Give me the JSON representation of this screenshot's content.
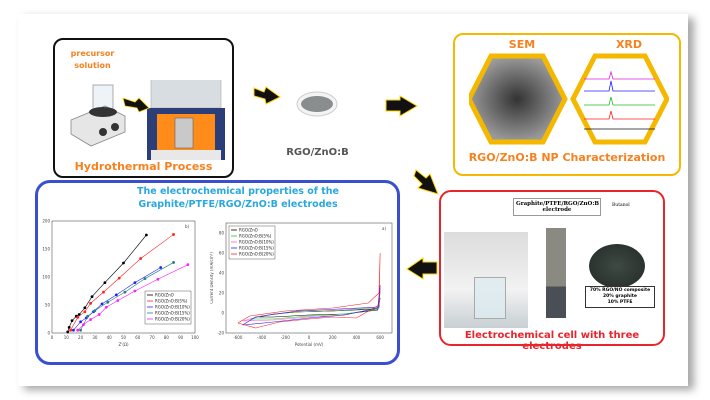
{
  "hydrothermal": {
    "precursor_label": "precursor\nsolution",
    "title": "Hydrothermal Process"
  },
  "product": {
    "label": "RGO/ZnO:B"
  },
  "characterization": {
    "sem_label": "SEM",
    "xrd_label": "XRD",
    "title": "RGO/ZnO:B NP Characterization"
  },
  "cell": {
    "electrode_label": "Graphite/PTFE/RGO/ZnO:B electrode",
    "solvent_label": "Butanol",
    "composition": [
      "70% RGO/NO composite",
      "20% graphite",
      "10% PTFE"
    ],
    "title": "Electrochemical cell with three electrodes"
  },
  "electro": {
    "title_line1": "The electrochemical properties of the",
    "title_line2": "Graphite/PTFE/RGO/ZnO:B electrodes"
  },
  "colors": {
    "orange": "#f58220",
    "yellow_border": "#f5b800",
    "blue_border": "#3a4fd0",
    "red_border": "#e8242c",
    "title_blue": "#29a8e0"
  },
  "chart_data": [
    {
      "type": "scatter",
      "panel_label": "b)",
      "xlabel": "Z'(Ω)",
      "ylabel": "-Z''(Ω)",
      "xlim": [
        0,
        100
      ],
      "ylim": [
        0,
        200
      ],
      "xticks": [
        0,
        10,
        20,
        30,
        40,
        50,
        60,
        70,
        80,
        90,
        100
      ],
      "yticks": [
        0,
        50,
        100,
        150,
        200
      ],
      "legend_position": "bottom-right",
      "series": [
        {
          "name": "RGO/ZnO",
          "color": "#000000",
          "points": [
            [
              11,
              2
            ],
            [
              12,
              10
            ],
            [
              14,
              22
            ],
            [
              17,
              30
            ],
            [
              19,
              33
            ],
            [
              23,
              45
            ],
            [
              28,
              65
            ],
            [
              37,
              90
            ],
            [
              50,
              125
            ],
            [
              66,
              175
            ]
          ]
        },
        {
          "name": "RGO/ZnO:B(5%)",
          "color": "#ff2020",
          "points": [
            [
              13,
              5
            ],
            [
              18,
              28
            ],
            [
              23,
              38
            ],
            [
              27,
              53
            ],
            [
              36,
              73
            ],
            [
              47,
              98
            ],
            [
              62,
              133
            ],
            [
              85,
              176
            ]
          ]
        },
        {
          "name": "RGO/ZnO:B(10%)",
          "color": "#2020ff",
          "points": [
            [
              15,
              5
            ],
            [
              20,
              20
            ],
            [
              24,
              27
            ],
            [
              29,
              38
            ],
            [
              35,
              52
            ],
            [
              45,
              68
            ],
            [
              58,
              90
            ],
            [
              76,
              117
            ]
          ]
        },
        {
          "name": "RGO/ZnO:B(15%)",
          "color": "#208080",
          "points": [
            [
              20,
              5
            ],
            [
              25,
              30
            ],
            [
              30,
              40
            ],
            [
              39,
              55
            ],
            [
              51,
              73
            ],
            [
              65,
              97
            ],
            [
              85,
              126
            ]
          ]
        },
        {
          "name": "RGO/ZnO:B(20%)",
          "color": "#ff20ff",
          "points": [
            [
              18,
              5
            ],
            [
              22,
              15
            ],
            [
              27,
              24
            ],
            [
              33,
              33
            ],
            [
              38,
              46
            ],
            [
              46,
              58
            ],
            [
              58,
              75
            ],
            [
              74,
              96
            ],
            [
              95,
              122
            ]
          ]
        }
      ]
    },
    {
      "type": "line",
      "panel_label": "a)",
      "xlabel": "Potential (mV)",
      "ylabel": "Current Density (mA/cm²)",
      "xlim": [
        -700,
        700
      ],
      "ylim": [
        -20,
        90
      ],
      "xticks": [
        -600,
        -400,
        -200,
        0,
        200,
        400,
        600
      ],
      "yticks": [
        -20,
        0,
        20,
        40,
        60,
        80
      ],
      "legend_position": "top-left",
      "series": [
        {
          "name": "RGO/ZnO",
          "color": "#000000",
          "points": [
            [
              -420,
              -4
            ],
            [
              -300,
              -1
            ],
            [
              -100,
              1
            ],
            [
              200,
              2
            ],
            [
              580,
              4
            ],
            [
              600,
              15
            ],
            [
              580,
              3
            ],
            [
              300,
              -1
            ],
            [
              0,
              -2
            ],
            [
              -300,
              -4
            ],
            [
              -420,
              -4
            ]
          ]
        },
        {
          "name": "RGO/ZnO:B(5%)",
          "color": "#20c020",
          "points": [
            [
              -500,
              -6
            ],
            [
              -350,
              -2
            ],
            [
              -100,
              1
            ],
            [
              200,
              2
            ],
            [
              590,
              5
            ],
            [
              600,
              22
            ],
            [
              580,
              4
            ],
            [
              300,
              -1
            ],
            [
              0,
              -3
            ],
            [
              -300,
              -6
            ],
            [
              -500,
              -6
            ]
          ]
        },
        {
          "name": "RGO/ZnO:B(10%)",
          "color": "#ff60c0",
          "points": [
            [
              -560,
              -8
            ],
            [
              -400,
              -3
            ],
            [
              -100,
              2
            ],
            [
              250,
              3
            ],
            [
              590,
              6
            ],
            [
              600,
              25
            ],
            [
              580,
              5
            ],
            [
              300,
              -2
            ],
            [
              0,
              -4
            ],
            [
              -300,
              -7
            ],
            [
              -560,
              -8
            ]
          ]
        },
        {
          "name": "RGO/ZnO:B(15%)",
          "color": "#2020ff",
          "points": [
            [
              -560,
              -12
            ],
            [
              -450,
              -4
            ],
            [
              -100,
              2
            ],
            [
              250,
              4
            ],
            [
              590,
              6
            ],
            [
              600,
              28
            ],
            [
              580,
              5
            ],
            [
              300,
              -2
            ],
            [
              0,
              -5
            ],
            [
              -300,
              -9
            ],
            [
              -560,
              -12
            ]
          ]
        },
        {
          "name": "RGO/ZnO:B(20%)",
          "color": "#ff2020",
          "points": [
            [
              -600,
              -10
            ],
            [
              -500,
              -3
            ],
            [
              -200,
              2
            ],
            [
              200,
              5
            ],
            [
              500,
              10
            ],
            [
              590,
              20
            ],
            [
              600,
              60
            ],
            [
              590,
              8
            ],
            [
              400,
              -5
            ],
            [
              200,
              -4
            ],
            [
              0,
              -6
            ],
            [
              -250,
              -9
            ],
            [
              -450,
              -15
            ],
            [
              -600,
              -10
            ]
          ]
        }
      ]
    }
  ]
}
